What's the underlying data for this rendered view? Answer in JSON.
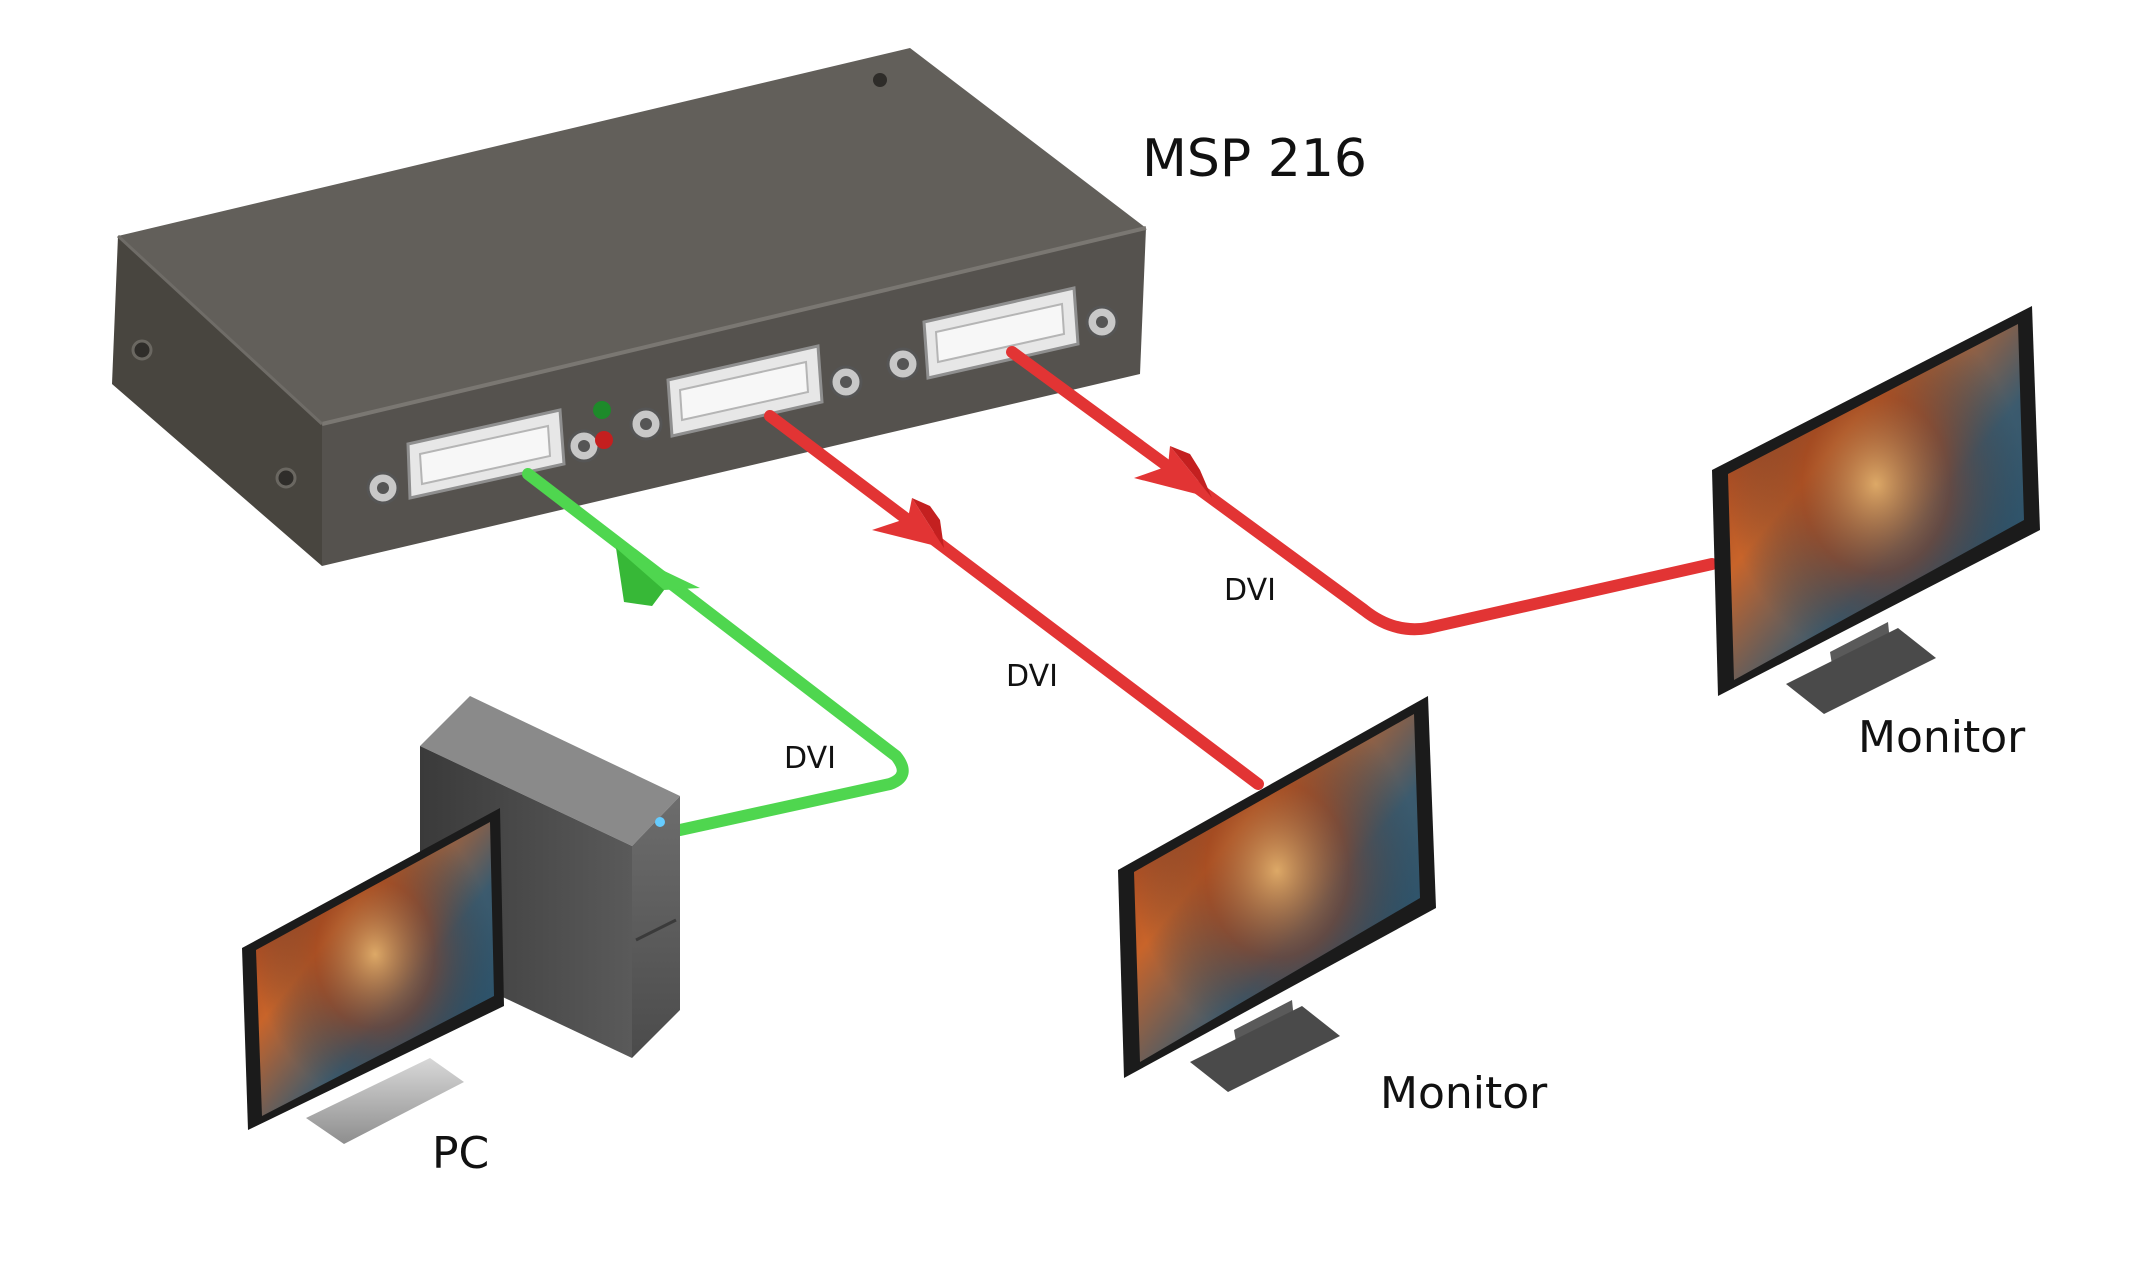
{
  "device": {
    "name": "MSP 216"
  },
  "cables": [
    {
      "label": "DVI",
      "direction": "input",
      "color": "#4fd64f"
    },
    {
      "label": "DVI",
      "direction": "output",
      "color": "#e23434"
    },
    {
      "label": "DVI",
      "direction": "output",
      "color": "#e23434"
    }
  ],
  "endpoints": {
    "source": "PC",
    "display_1": "Monitor",
    "display_2": "Monitor"
  },
  "colors": {
    "input_cable": "#4fd64f",
    "output_cable": "#e23434",
    "device_body": "#55524e",
    "device_top": "#625f5a",
    "led_green": "#1d8a2a",
    "led_red": "#c41f1f"
  },
  "icons": {
    "port": "dvi-port-icon",
    "source": "pc-tower-icon",
    "display": "monitor-icon"
  }
}
